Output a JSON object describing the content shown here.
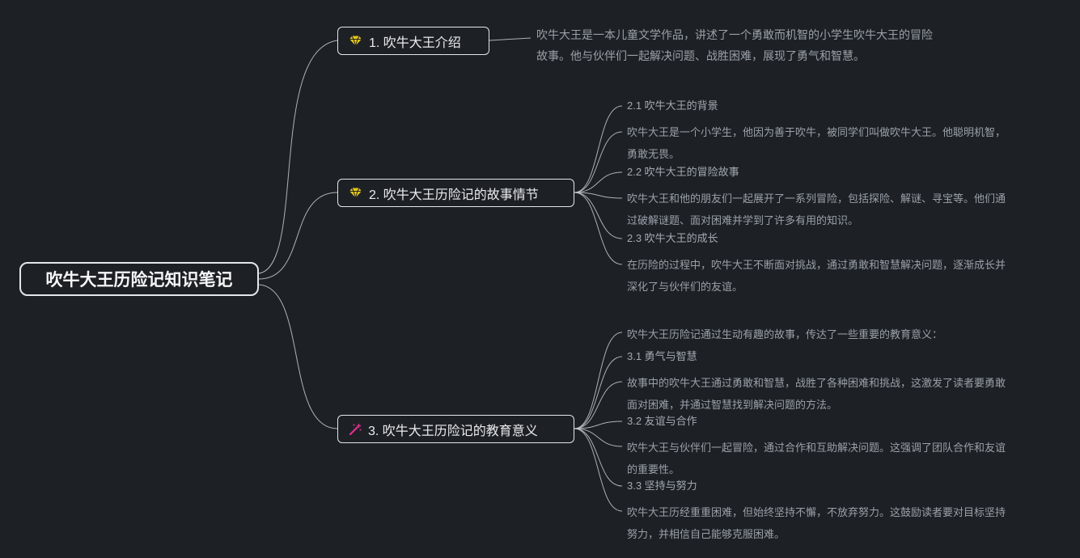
{
  "root": {
    "label": "吹牛大王历险记知识笔记"
  },
  "colors": {
    "background": "#1d2126",
    "connector": "#c6cbd1",
    "node_border": "#e3e6ea",
    "gem": "#e8c617",
    "wand": "#e5308f"
  },
  "branches": [
    {
      "icon": "gem-icon",
      "label": "1. 吹牛大王介绍",
      "details": [
        {
          "text": "吹牛大王是一本儿童文学作品，讲述了一个勇敢而机智的小学生吹牛大王的冒险故事。他与伙伴们一起解决问题、战胜困难，展现了勇气和智慧。"
        }
      ]
    },
    {
      "icon": "gem-icon",
      "label": "2. 吹牛大王历险记的故事情节",
      "details": [
        {
          "heading": "2.1 吹牛大王的背景"
        },
        {
          "text": "吹牛大王是一个小学生，他因为善于吹牛，被同学们叫做吹牛大王。他聪明机智，勇敢无畏。"
        },
        {
          "heading": "2.2 吹牛大王的冒险故事"
        },
        {
          "text": "吹牛大王和他的朋友们一起展开了一系列冒险，包括探险、解谜、寻宝等。他们通过破解谜题、面对困难并学到了许多有用的知识。"
        },
        {
          "heading": "2.3 吹牛大王的成长"
        },
        {
          "text": "在历险的过程中，吹牛大王不断面对挑战，通过勇敢和智慧解决问题，逐渐成长并深化了与伙伴们的友谊。"
        }
      ]
    },
    {
      "icon": "wand-icon",
      "label": "3. 吹牛大王历险记的教育意义",
      "details": [
        {
          "text": "吹牛大王历险记通过生动有趣的故事，传达了一些重要的教育意义："
        },
        {
          "heading": "3.1 勇气与智慧"
        },
        {
          "text": "故事中的吹牛大王通过勇敢和智慧，战胜了各种困难和挑战，这激发了读者要勇敢面对困难，并通过智慧找到解决问题的方法。"
        },
        {
          "heading": "3.2 友谊与合作"
        },
        {
          "text": "吹牛大王与伙伴们一起冒险，通过合作和互助解决问题。这强调了团队合作和友谊的重要性。"
        },
        {
          "heading": "3.3 坚持与努力"
        },
        {
          "text": "吹牛大王历经重重困难，但始终坚持不懈，不放弃努力。这鼓励读者要对目标坚持努力，并相信自己能够克服困难。"
        }
      ]
    }
  ]
}
